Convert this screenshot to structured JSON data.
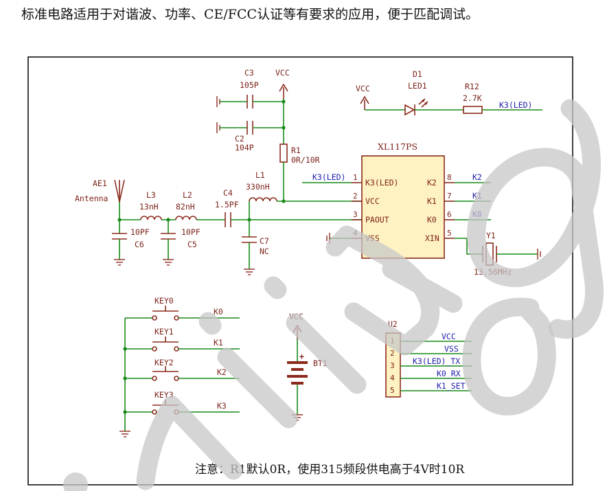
{
  "header": {
    "text": "标准电路适用于对谐波、功率、CE/FCC认证等有要求的应用，便于匹配调试。"
  },
  "note": {
    "text": "注意：R1默认0R，使用315频段供电高于4V时10R"
  },
  "components": {
    "c3": {
      "ref": "C3",
      "value": "105P"
    },
    "c2": {
      "ref": "C2",
      "value": "104P"
    },
    "r1": {
      "ref": "R1",
      "value": "0R/10R"
    },
    "l1": {
      "ref": "L1",
      "value": "330nH"
    },
    "ae1": {
      "ref": "AE1",
      "value": "Antenna"
    },
    "l3": {
      "ref": "L3",
      "value": "13nH"
    },
    "l2": {
      "ref": "L2",
      "value": "82nH"
    },
    "c4": {
      "ref": "C4",
      "value": "1.5PF"
    },
    "c6": {
      "ref": "C6",
      "value": "10PF"
    },
    "c5": {
      "ref": "C5",
      "value": "10PF"
    },
    "c7": {
      "ref": "C7",
      "value": "NC"
    },
    "d1": {
      "ref": "D1",
      "value": "LED1"
    },
    "r12": {
      "ref": "R12",
      "value": "2.7K"
    },
    "y1": {
      "ref": "Y1",
      "value": "13.56MHz"
    },
    "bt1": {
      "ref": "BT1",
      "plus": "+"
    },
    "u2": {
      "ref": "U2"
    },
    "keys": [
      "KEY0",
      "KEY1",
      "KEY2",
      "KEY3"
    ]
  },
  "power": {
    "vcc": "VCC"
  },
  "chip": {
    "name": "XL117PS",
    "left_pins": [
      {
        "num": "1",
        "name": "K3(LED)"
      },
      {
        "num": "2",
        "name": "VCC"
      },
      {
        "num": "3",
        "name": "PAOUT"
      },
      {
        "num": "4",
        "name": "VSS"
      }
    ],
    "right_pins": [
      {
        "num": "8",
        "name": "K2"
      },
      {
        "num": "7",
        "name": "K1"
      },
      {
        "num": "6",
        "name": "K0"
      },
      {
        "num": "5",
        "name": "XIN"
      }
    ]
  },
  "nets": {
    "k3led": "K3(LED)",
    "k2": "K2",
    "k1": "K1",
    "k0": "K0",
    "keys": [
      "K0",
      "K1",
      "K2",
      "K3"
    ]
  },
  "connector": {
    "pins": [
      {
        "num": "1",
        "net": "VCC"
      },
      {
        "num": "2",
        "net": "VSS"
      },
      {
        "num": "3",
        "net": "K3(LED)_TX"
      },
      {
        "num": "4",
        "net": "K0_RX"
      },
      {
        "num": "5",
        "net": "K1_SET"
      }
    ]
  },
  "watermark": {
    "color": "#c7c7c7"
  },
  "colors": {
    "component": "#8b2a1c",
    "wire": "#178a17",
    "net_label": "#1c1ca8",
    "chip_fill": "#fff2c2"
  }
}
